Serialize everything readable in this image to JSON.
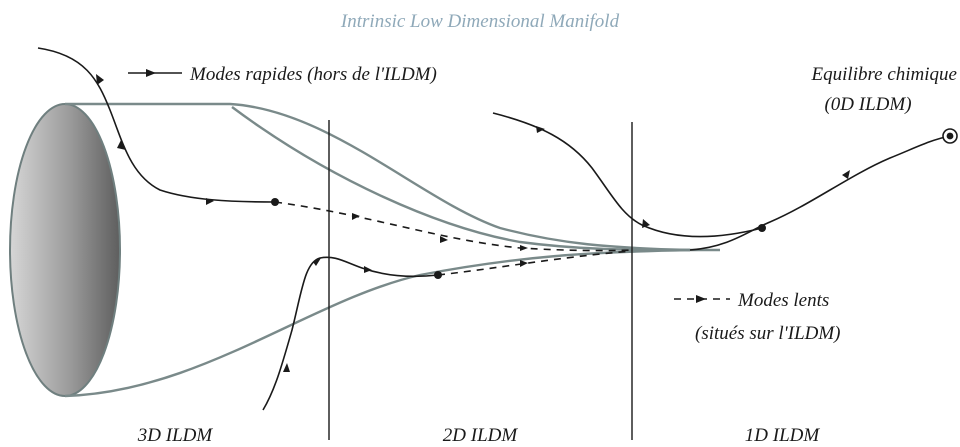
{
  "title": "Intrinsic Low Dimensional Manifold",
  "legend": {
    "fast_modes": "Modes rapides (hors de l'ILDM)",
    "slow_modes_line1": "Modes lents",
    "slow_modes_line2": "(situés sur l'ILDM)"
  },
  "equilibrium": {
    "line1": "Equilibre chimique",
    "line2": "(0D ILDM)"
  },
  "regions": [
    "3D ILDM",
    "2D ILDM",
    "1D ILDM"
  ],
  "colors": {
    "title": "#8fa9b9",
    "manifold": "#7a8a8a",
    "curves": "#1a1a1a",
    "ellipse_dark": "#6a6a6a",
    "ellipse_light": "#d9d9d9"
  }
}
